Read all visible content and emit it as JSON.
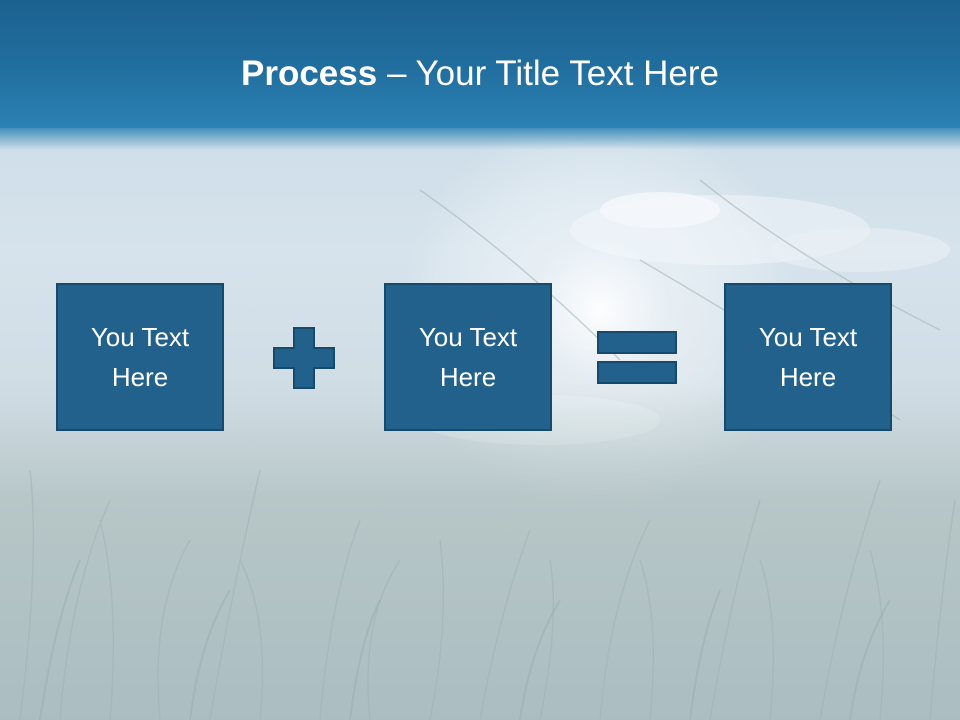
{
  "slide": {
    "title_bold": "Process",
    "title_rest": " – Your Title Text Here"
  },
  "process": {
    "boxes": [
      {
        "text": "You Text Here"
      },
      {
        "text": "You Text Here"
      },
      {
        "text": "You Text Here"
      }
    ],
    "operators": [
      "plus-icon",
      "equals-icon"
    ]
  },
  "colors": {
    "title_bar": "#216f9f",
    "box_fill": "#21618b",
    "box_border": "#164a6c",
    "text": "#ffffff"
  }
}
